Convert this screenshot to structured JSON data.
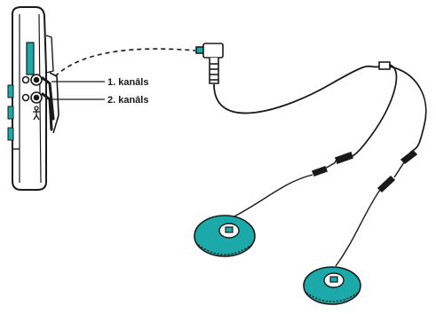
{
  "labels": {
    "channel1": "1. kanāls",
    "channel2": "2. kanāls"
  },
  "colors": {
    "line": "#1a1a1a",
    "accent": "#1ba9a9",
    "background": "#ffffff"
  },
  "icons": {
    "device": "tens-device",
    "plug": "audio-plug",
    "electrode": "electrode-pad"
  }
}
